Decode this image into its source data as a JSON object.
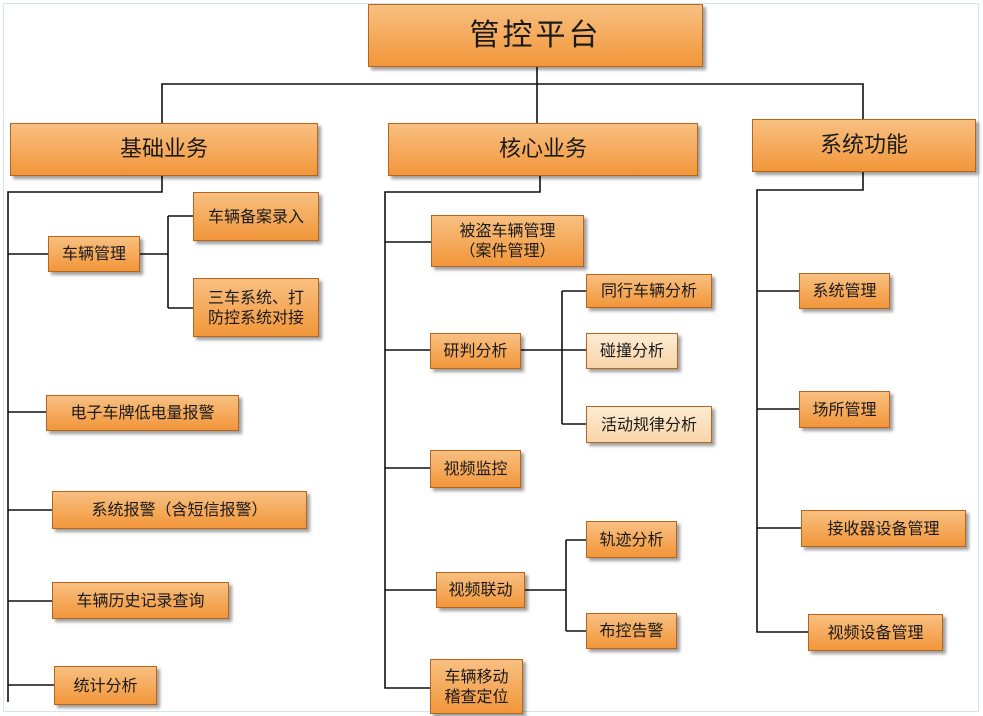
{
  "root": "管控平台",
  "categories": {
    "basic": "基础业务",
    "core": "核心业务",
    "system": "系统功能"
  },
  "basic": {
    "vehicle_mgmt": "车辆管理",
    "vehicle_record": "车辆备案录入",
    "three_car": "三车系统、打\n防控系统对接",
    "plate_alarm": "电子车牌低电量报警",
    "sys_alarm": "系统报警（含短信报警）",
    "history": "车辆历史记录查询",
    "stats": "统计分析"
  },
  "core": {
    "stolen": "被盗车辆管理\n（案件管理）",
    "analysis": "研判分析",
    "same_travel": "同行车辆分析",
    "collision": "碰撞分析",
    "activity": "活动规律分析",
    "video_monitor": "视频监控",
    "video_link": "视频联动",
    "track": "轨迹分析",
    "deploy": "布控告警",
    "mobile": "车辆移动\n稽查定位"
  },
  "system": {
    "sys_mgmt": "系统管理",
    "site_mgmt": "场所管理",
    "receiver_mgmt": "接收器设备管理",
    "video_device_mgmt": "视频设备管理"
  }
}
